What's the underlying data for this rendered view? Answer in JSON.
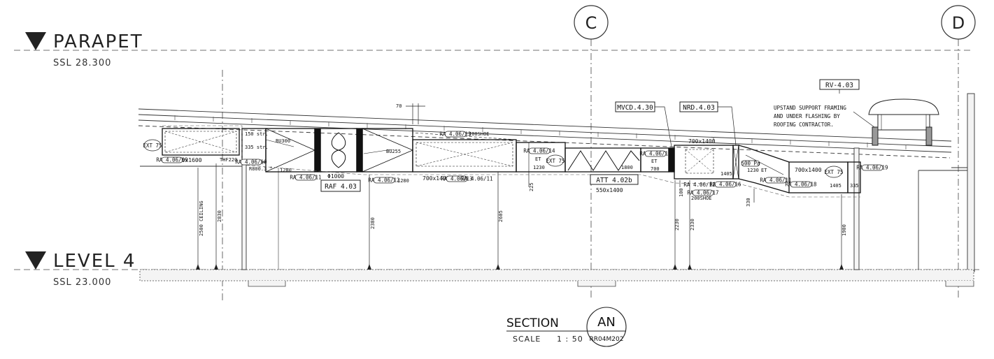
{
  "levels": {
    "parapet": {
      "name": "PARAPET",
      "ssl": "SSL 28.300"
    },
    "level4": {
      "name": "LEVEL 4",
      "ssl": "SSL 23.000"
    }
  },
  "grid_lines": [
    "C",
    "D"
  ],
  "equipment": {
    "raf": "RAF 4.03",
    "att": "ATT 4.02b",
    "mvcd": "MVCD.4.30",
    "nrd": "NRD.4.03",
    "rv": "RV-4.03",
    "bu300": "BU300",
    "bu255": "BU255",
    "fan_dia": "Φ1000"
  },
  "duct_sizes": {
    "d1": "550x1600",
    "d2": "700x1400",
    "d3": "550x1400",
    "d4": "700x1400",
    "d5": "700x1400"
  },
  "fittings": {
    "ra_0609": "RA 4.06/09",
    "ra_0610": "RA 4.06/10",
    "ra_0611a": "RA 4.06/11",
    "ra_0611b": "RA 4.06/11",
    "ra_0611c": "RA 4.06/11",
    "ra_0611d": "RA 4.06/11",
    "ra_0612": "RA 4.06/12",
    "ra_0613a": "RA 4.06/13",
    "ra_0613b": "RA 4.06/13",
    "ra_0615": "RA 4.06/15",
    "ra_0616": "RA 4.06/16",
    "ra_0618": "RA 4.06/18",
    "ra_0619": "RA 4.06/19",
    "ra_0614": "RA 4.06/14",
    "ra_0617": "RA 4.06/17"
  },
  "ext_tags": [
    "EXT 75",
    "EXT 75",
    "EXT 75"
  ],
  "labels": {
    "str150": "150 str.",
    "str335": "335 str.",
    "thf": "THF220",
    "r800": "R800.3 °",
    "shoe1": "200SHOE",
    "shoe2": "200SHOE",
    "et1": "ET",
    "et2": "ET",
    "et3": "ET",
    "pa": "500 Pa"
  },
  "dimensions": {
    "d1280a": "1280",
    "d1280b": "1280",
    "d1230a": "1230",
    "d1230b": "1230",
    "d700": "700",
    "d1800": "1800",
    "d1405a": "1405",
    "d1405b": "1405",
    "d335": "335",
    "d70": "70",
    "d225": "225",
    "d100": "100",
    "d330": "330",
    "ceiling": "2500 CEILING",
    "d2830": "2830",
    "d2380": "2380",
    "d2605": "2605",
    "d2230": "2230",
    "d2330": "2330",
    "d1900": "1900"
  },
  "notes": {
    "upstand_1": "UPSTAND SUPPORT FRAMING",
    "upstand_2": "AND UNDER FLASHING BY",
    "upstand_3": "ROOFING CONTRACTOR."
  },
  "section": {
    "title": "SECTION",
    "scale_label": "SCALE",
    "scale_value": "1 : 50",
    "id": "AN",
    "sheet": "RR04M202"
  }
}
